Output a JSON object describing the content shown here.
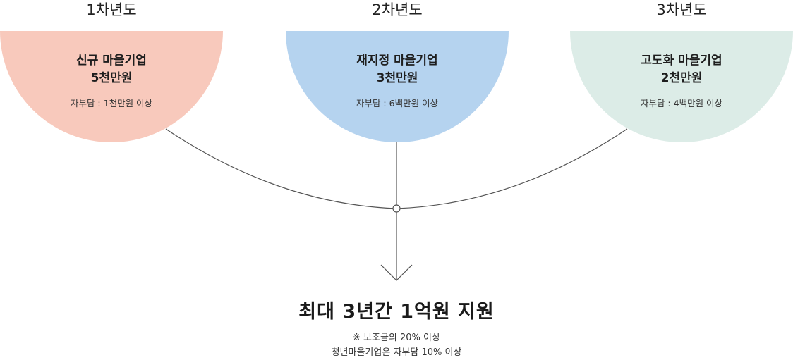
{
  "years": [
    {
      "label": "1차년도",
      "title": "신규 마을기업",
      "amount": "5천만원",
      "note": "자부담 : 1천만원 이상",
      "color": "#f8c9bc"
    },
    {
      "label": "2차년도",
      "title": "재지정 마을기업",
      "amount": "3천만원",
      "note": "자부담 : 6백만원 이상",
      "color": "#b5d3ef"
    },
    {
      "label": "3차년도",
      "title": "고도화 마을기업",
      "amount": "2천만원",
      "note": "자부담 : 4백만원 이상",
      "color": "#dcece7"
    }
  ],
  "result": {
    "headline": "최대 3년간 1억원 지원",
    "notes": [
      "※ 보조금의 20% 이상",
      "청년마을기업은 자부담 10% 이상"
    ]
  },
  "line_color": "#555555"
}
